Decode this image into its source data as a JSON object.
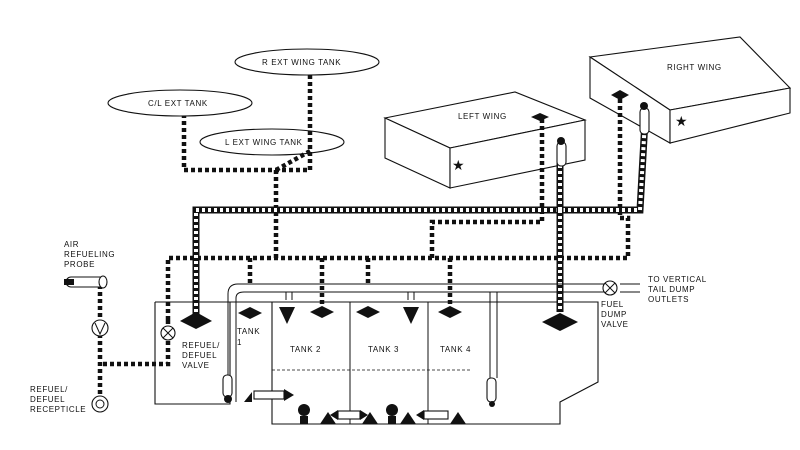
{
  "tanks": {
    "ext_right": "R EXT WING TANK",
    "ext_center": "C/L EXT TANK",
    "ext_left": "L EXT WING TANK",
    "left_wing": "LEFT WING",
    "right_wing": "RIGHT WING",
    "tank1": "TANK",
    "tank1_num": "1",
    "tank2": "TANK 2",
    "tank3": "TANK 3",
    "tank4": "TANK 4"
  },
  "labels": {
    "probe": [
      "AIR",
      "REFUELING",
      "PROBE"
    ],
    "receptacle": [
      "REFUEL/",
      "DEFUEL",
      "RECEPTICLE"
    ],
    "refuel_valve": [
      "REFUEL/",
      "DEFUEL",
      "VALVE"
    ],
    "dump_valve": [
      "FUEL",
      "DUMP",
      "VALVE"
    ],
    "dump_outlets": [
      "TO VERTICAL",
      "TAIL DUMP",
      "OUTLETS"
    ]
  },
  "symbols": {
    "star": "★"
  }
}
